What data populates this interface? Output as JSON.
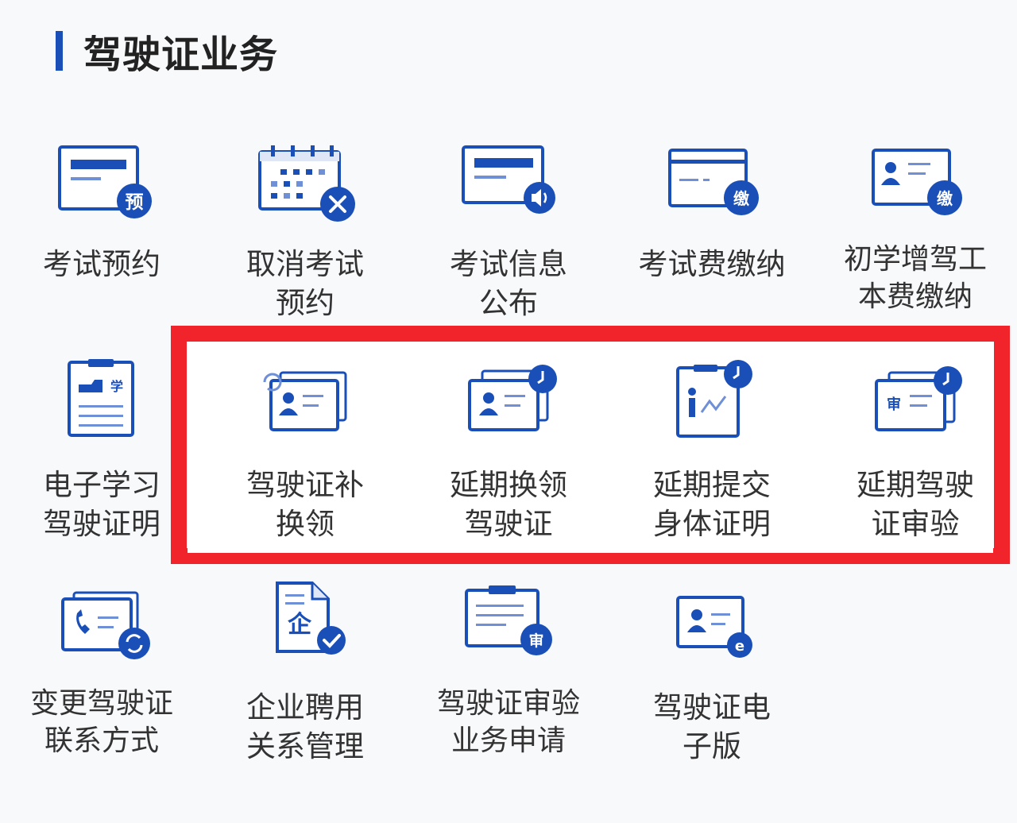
{
  "section": {
    "title": "驾驶证业务"
  },
  "colors": {
    "accent": "#1a4fb8",
    "highlight": "#f0242a",
    "text": "#333333"
  },
  "tiles": [
    {
      "lines": [
        "考试预约"
      ],
      "icon": "card-yu-icon",
      "badge": "预"
    },
    {
      "lines": [
        "取消考试",
        "预约"
      ],
      "icon": "calendar-cancel-icon"
    },
    {
      "lines": [
        "考试信息",
        "公布"
      ],
      "icon": "card-speaker-icon"
    },
    {
      "lines": [
        "考试费缴纳"
      ],
      "icon": "card-pay-icon",
      "badge": "缴"
    },
    {
      "lines": [
        "初学增驾工",
        "本费缴纳"
      ],
      "icon": "id-pay-icon",
      "badge": "缴"
    },
    {
      "lines": [
        "电子学习",
        "驾驶证明"
      ],
      "icon": "clipboard-car-icon",
      "badge": "学"
    },
    {
      "lines": [
        "驾驶证补",
        "换领"
      ],
      "icon": "id-reissue-icon"
    },
    {
      "lines": [
        "延期换领",
        "驾驶证"
      ],
      "icon": "id-clock-icon"
    },
    {
      "lines": [
        "延期提交",
        "身体证明"
      ],
      "icon": "health-clock-icon"
    },
    {
      "lines": [
        "延期驾驶",
        "证审验"
      ],
      "icon": "audit-clock-icon",
      "badge": "审"
    },
    {
      "lines": [
        "变更驾驶证",
        "联系方式"
      ],
      "icon": "phone-refresh-icon"
    },
    {
      "lines": [
        "企业聘用",
        "关系管理"
      ],
      "icon": "enterprise-check-icon",
      "badge": "企"
    },
    {
      "lines": [
        "驾驶证审验",
        "业务申请"
      ],
      "icon": "clipboard-audit-icon",
      "badge": "审"
    },
    {
      "lines": [
        "驾驶证电",
        "子版"
      ],
      "icon": "id-electronic-icon",
      "badge": "e"
    }
  ]
}
